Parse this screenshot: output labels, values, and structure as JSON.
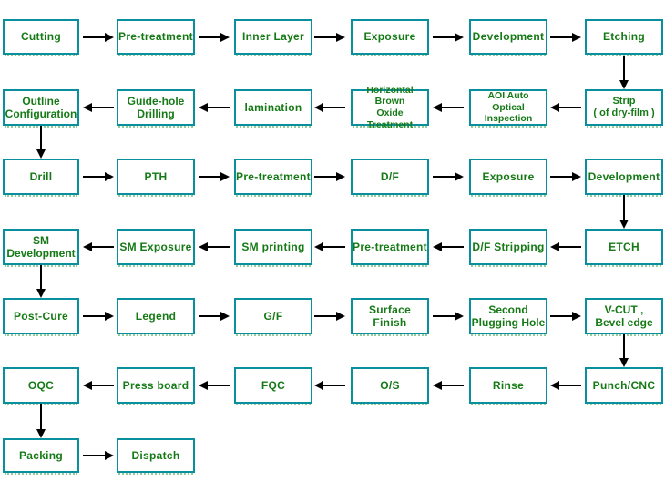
{
  "colors": {
    "box_border": "#0a8f9e",
    "box_fill": "#ffffff",
    "label_text": "#157a15",
    "arrow": "#000000",
    "background": "#ffffff",
    "box_bottom_dots": "#3aa546"
  },
  "nodes": [
    {
      "label": "Cutting"
    },
    {
      "label": "Pre-treatment"
    },
    {
      "label": "Inner Layer"
    },
    {
      "label": "Exposure"
    },
    {
      "label": "Development"
    },
    {
      "label": "Etching"
    },
    {
      "label": "Outline\nConfiguration"
    },
    {
      "label": "Guide-hole\nDrilling"
    },
    {
      "label": "lamination"
    },
    {
      "label": "Horizontal Brown\nOxide Treatment"
    },
    {
      "label": "AOI  Auto Optical\nInspection"
    },
    {
      "label": "Strip\n( of dry-film )"
    },
    {
      "label": "Drill"
    },
    {
      "label": "PTH"
    },
    {
      "label": "Pre-treatment"
    },
    {
      "label": "D/F"
    },
    {
      "label": "Exposure"
    },
    {
      "label": "Development"
    },
    {
      "label": "SM\nDevelopment"
    },
    {
      "label": "SM Exposure"
    },
    {
      "label": "SM printing"
    },
    {
      "label": "Pre-treatment"
    },
    {
      "label": "D/F Stripping"
    },
    {
      "label": "ETCH"
    },
    {
      "label": "Post-Cure"
    },
    {
      "label": "Legend"
    },
    {
      "label": "G/F"
    },
    {
      "label": "Surface Finish"
    },
    {
      "label": "Second\nPlugging Hole"
    },
    {
      "label": "V-CUT ,\nBevel edge"
    },
    {
      "label": "OQC"
    },
    {
      "label": "Press board"
    },
    {
      "label": "FQC"
    },
    {
      "label": "O/S"
    },
    {
      "label": "Rinse"
    },
    {
      "label": "Punch/CNC"
    },
    {
      "label": "Packing"
    },
    {
      "label": "Dispatch"
    }
  ],
  "connections": {
    "row_flow_directions": [
      "left-to-right",
      "right-to-left",
      "left-to-right",
      "right-to-left",
      "left-to-right",
      "right-to-left",
      "left-to-right"
    ],
    "vertical_links": [
      {
        "from": 5,
        "to": 11
      },
      {
        "from": 6,
        "to": 12
      },
      {
        "from": 17,
        "to": 23
      },
      {
        "from": 18,
        "to": 24
      },
      {
        "from": 29,
        "to": 35
      },
      {
        "from": 30,
        "to": 36
      }
    ],
    "process_order": [
      0,
      1,
      2,
      3,
      4,
      5,
      11,
      10,
      9,
      8,
      7,
      6,
      12,
      13,
      14,
      15,
      16,
      17,
      23,
      22,
      21,
      20,
      19,
      18,
      24,
      25,
      26,
      27,
      28,
      29,
      35,
      34,
      33,
      32,
      31,
      30,
      36,
      37
    ]
  }
}
